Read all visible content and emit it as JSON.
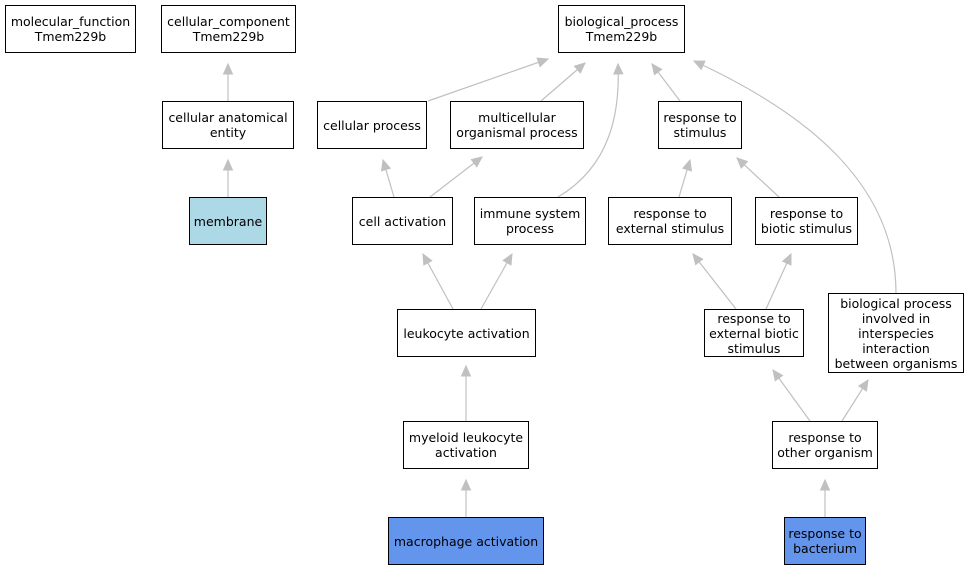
{
  "colors": {
    "edge": "#c0c0c0",
    "border": "#000000",
    "default_fill": "#ffffff",
    "annotated_light": "#add8e6",
    "annotated_blue": "#6495ed"
  },
  "nodes": {
    "molecular_function": {
      "label": "molecular_function\nTmem229b"
    },
    "cellular_component": {
      "label": "cellular_component\nTmem229b"
    },
    "cellular_anatomical_entity": {
      "label": "cellular anatomical\nentity"
    },
    "membrane": {
      "label": "membrane",
      "highlight": "annotated_light"
    },
    "biological_process": {
      "label": "biological_process\nTmem229b"
    },
    "cellular_process": {
      "label": "cellular process"
    },
    "multicellular_organismal_process": {
      "label": "multicellular\norganismal process"
    },
    "response_to_stimulus": {
      "label": "response to\nstimulus"
    },
    "cell_activation": {
      "label": "cell activation"
    },
    "immune_system_process": {
      "label": "immune system\nprocess"
    },
    "response_to_external_stimulus": {
      "label": "response to\nexternal stimulus"
    },
    "response_to_biotic_stimulus": {
      "label": "response to\nbiotic stimulus"
    },
    "leukocyte_activation": {
      "label": "leukocyte activation"
    },
    "response_to_external_biotic_stimulus": {
      "label": "response to\nexternal biotic\nstimulus"
    },
    "interspecies_interaction": {
      "label": "biological process\ninvolved in\ninterspecies\ninteraction\nbetween organisms"
    },
    "myeloid_leukocyte_activation": {
      "label": "myeloid leukocyte\nactivation"
    },
    "response_to_other_organism": {
      "label": "response to\nother organism"
    },
    "macrophage_activation": {
      "label": "macrophage activation",
      "highlight": "annotated_blue"
    },
    "response_to_bacterium": {
      "label": "response to\nbacterium",
      "highlight": "annotated_blue"
    }
  },
  "edges": [
    {
      "from": "cellular_anatomical_entity",
      "to": "cellular_component"
    },
    {
      "from": "membrane",
      "to": "cellular_anatomical_entity"
    },
    {
      "from": "cellular_process",
      "to": "biological_process"
    },
    {
      "from": "multicellular_organismal_process",
      "to": "biological_process"
    },
    {
      "from": "immune_system_process",
      "to": "biological_process"
    },
    {
      "from": "response_to_stimulus",
      "to": "biological_process"
    },
    {
      "from": "interspecies_interaction",
      "to": "biological_process"
    },
    {
      "from": "cell_activation",
      "to": "cellular_process"
    },
    {
      "from": "cell_activation",
      "to": "multicellular_organismal_process"
    },
    {
      "from": "response_to_external_stimulus",
      "to": "response_to_stimulus"
    },
    {
      "from": "response_to_biotic_stimulus",
      "to": "response_to_stimulus"
    },
    {
      "from": "leukocyte_activation",
      "to": "cell_activation"
    },
    {
      "from": "leukocyte_activation",
      "to": "immune_system_process"
    },
    {
      "from": "response_to_external_biotic_stimulus",
      "to": "response_to_external_stimulus"
    },
    {
      "from": "response_to_external_biotic_stimulus",
      "to": "response_to_biotic_stimulus"
    },
    {
      "from": "myeloid_leukocyte_activation",
      "to": "leukocyte_activation"
    },
    {
      "from": "response_to_other_organism",
      "to": "response_to_external_biotic_stimulus"
    },
    {
      "from": "response_to_other_organism",
      "to": "interspecies_interaction"
    },
    {
      "from": "macrophage_activation",
      "to": "myeloid_leukocyte_activation"
    },
    {
      "from": "response_to_bacterium",
      "to": "response_to_other_organism"
    }
  ]
}
